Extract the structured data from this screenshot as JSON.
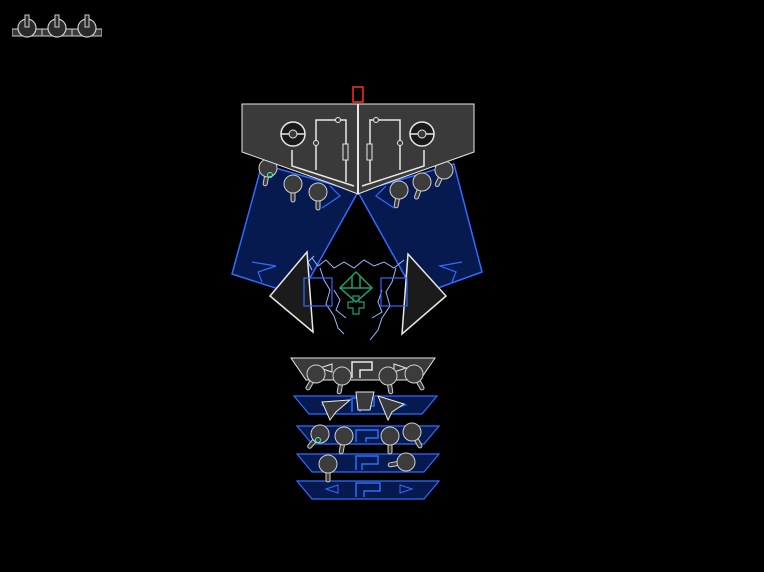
{
  "hud": {
    "lives_remaining": 3,
    "life_icon": "ship-life-icon"
  },
  "boss": {
    "core_icon": "green-crystal-core-icon",
    "weak_point_icon": "red-weak-point-icon",
    "turret_icon": "gray-dome-turret-icon",
    "upper_turret_count": 8,
    "segments": 5
  },
  "colors": {
    "background": "#000000",
    "hull_gray": "#3a3a3a",
    "outline_white": "#e8e8e8",
    "armor_blue": "#061a4f",
    "armor_edge": "#2f6cff",
    "turret_gray": "#3c3c3c",
    "core_green": "#1ea06a",
    "weak_red": "#ff2a2a",
    "electric": "#9bb8ff"
  }
}
